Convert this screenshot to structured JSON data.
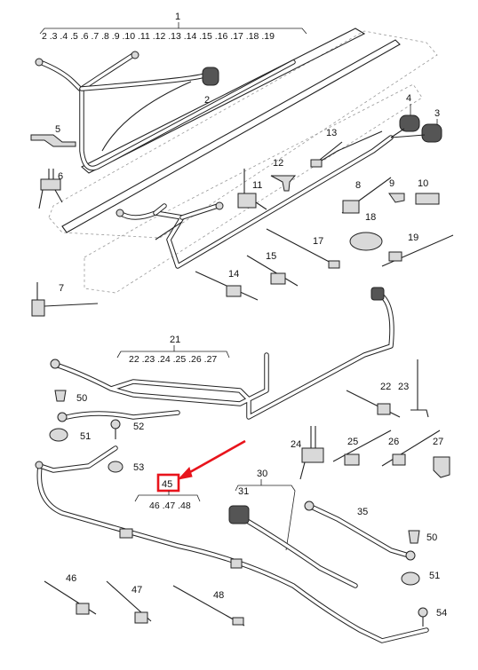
{
  "callouts": {
    "c1": "1",
    "c1_sub": "2 .3 .4 .5 .6 .7 .8 .9 .10 .11 .12 .13 .14 .15 .16 .17 .18 .19",
    "c2": "2",
    "c3": "3",
    "c4": "4",
    "c5": "5",
    "c6": "6",
    "c7": "7",
    "c8": "8",
    "c9": "9",
    "c10": "10",
    "c11": "11",
    "c12": "12",
    "c13": "13",
    "c14": "14",
    "c15": "15",
    "c17": "17",
    "c18": "18",
    "c19": "19",
    "c21": "21",
    "c21_sub": "22 .23 .24 .25 .26 .27",
    "c22": "22",
    "c23": "23",
    "c24": "24",
    "c25": "25",
    "c26": "26",
    "c27": "27",
    "c30": "30",
    "c31": "31",
    "c35": "35",
    "c45": "45",
    "c45_sub": "46 .47 .48",
    "c46": "46",
    "c47": "47",
    "c48": "48",
    "c50a": "50",
    "c51a": "51",
    "c52": "52",
    "c53": "53",
    "c50b": "50",
    "c51b": "51",
    "c54": "54"
  },
  "highlight": {
    "target": "45",
    "color": "#e8141c"
  }
}
